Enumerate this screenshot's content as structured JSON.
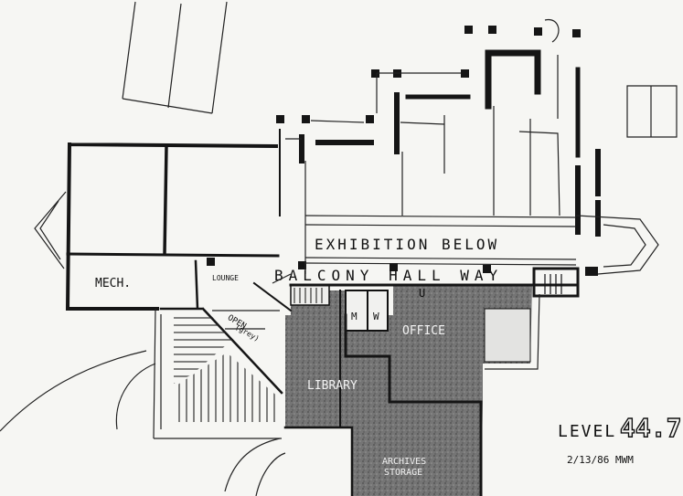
{
  "drawing": {
    "level_label": "LEVEL",
    "level_value": "44.7",
    "date_signature": "2/13/86 MWM"
  },
  "rooms": {
    "exhibition": "EXHIBITION BELOW",
    "balcony": "BALCONY HALL WAY",
    "mech": "MECH.",
    "lounge": "LOUNGE",
    "open": "OPEN",
    "open_sub": "(grey)",
    "office": "OFFICE",
    "library": "LIBRARY",
    "archives_1": "ARCHIVES",
    "archives_2": "STORAGE",
    "men": "M",
    "women": "W",
    "lav": "U"
  },
  "colors": {
    "ink": "#151515",
    "shade": "#5a5a5a",
    "paper": "#f6f6f3"
  }
}
